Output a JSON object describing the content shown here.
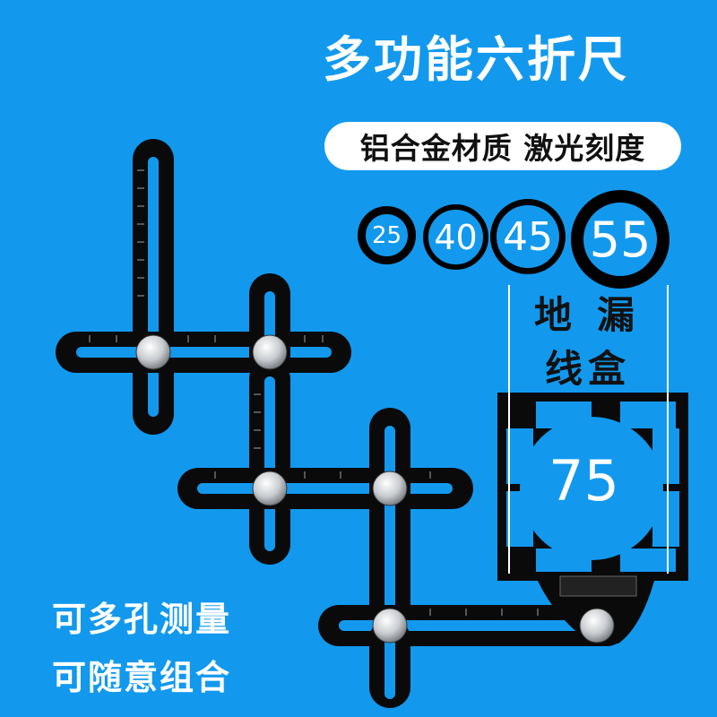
{
  "title": "多功能六折尺",
  "feature_pill": "铝合金材质 激光刻度",
  "sizes": [
    "25",
    "40",
    "45",
    "55"
  ],
  "side_label": {
    "line1": "地漏",
    "line2": "线盒"
  },
  "box_size": "75",
  "bottom_lines": [
    "可多孔测量",
    "可随意组合"
  ],
  "colors": {
    "background": "#1299ee",
    "ruler": "#0a0a0a",
    "text_light": "#ffffff",
    "text_dark": "#111111"
  }
}
